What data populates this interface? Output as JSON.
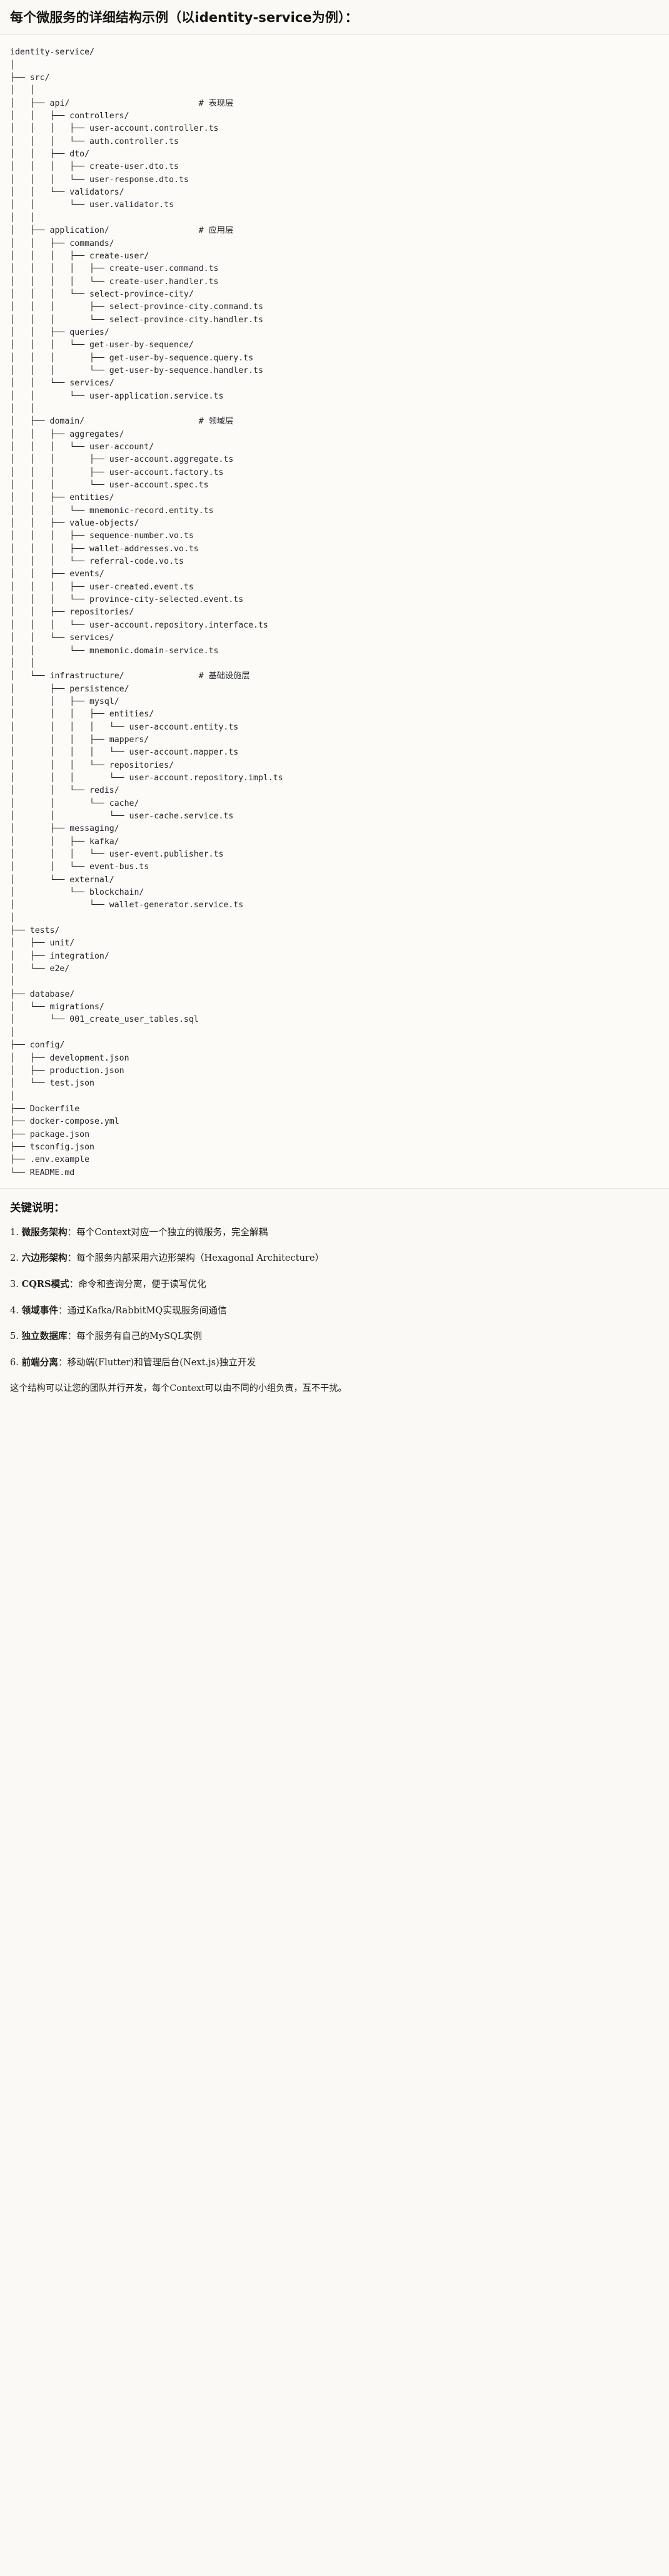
{
  "header": {
    "title": "每个微服务的详细结构示例（以identity-service为例）："
  },
  "tree": {
    "root": "identity-service/",
    "text": "identity-service/\n│\n├── src/\n│   │\n│   ├── api/                          # 表现层\n│   │   ├── controllers/\n│   │   │   ├── user-account.controller.ts\n│   │   │   └── auth.controller.ts\n│   │   ├── dto/\n│   │   │   ├── create-user.dto.ts\n│   │   │   └── user-response.dto.ts\n│   │   └── validators/\n│   │       └── user.validator.ts\n│   │\n│   ├── application/                  # 应用层\n│   │   ├── commands/\n│   │   │   ├── create-user/\n│   │   │   │   ├── create-user.command.ts\n│   │   │   │   └── create-user.handler.ts\n│   │   │   └── select-province-city/\n│   │   │       ├── select-province-city.command.ts\n│   │   │       └── select-province-city.handler.ts\n│   │   ├── queries/\n│   │   │   └── get-user-by-sequence/\n│   │   │       ├── get-user-by-sequence.query.ts\n│   │   │       └── get-user-by-sequence.handler.ts\n│   │   └── services/\n│   │       └── user-application.service.ts\n│   │\n│   ├── domain/                       # 领域层\n│   │   ├── aggregates/\n│   │   │   └── user-account/\n│   │   │       ├── user-account.aggregate.ts\n│   │   │       ├── user-account.factory.ts\n│   │   │       └── user-account.spec.ts\n│   │   ├── entities/\n│   │   │   └── mnemonic-record.entity.ts\n│   │   ├── value-objects/\n│   │   │   ├── sequence-number.vo.ts\n│   │   │   ├── wallet-addresses.vo.ts\n│   │   │   └── referral-code.vo.ts\n│   │   ├── events/\n│   │   │   ├── user-created.event.ts\n│   │   │   └── province-city-selected.event.ts\n│   │   ├── repositories/\n│   │   │   └── user-account.repository.interface.ts\n│   │   └── services/\n│   │       └── mnemonic.domain-service.ts\n│   │\n│   └── infrastructure/               # 基础设施层\n│       ├── persistence/\n│       │   ├── mysql/\n│       │   │   ├── entities/\n│       │   │   │   └── user-account.entity.ts\n│       │   │   ├── mappers/\n│       │   │   │   └── user-account.mapper.ts\n│       │   │   └── repositories/\n│       │   │       └── user-account.repository.impl.ts\n│       │   └── redis/\n│       │       └── cache/\n│       │           └── user-cache.service.ts\n│       ├── messaging/\n│       │   ├── kafka/\n│       │   │   └── user-event.publisher.ts\n│       │   └── event-bus.ts\n│       └── external/\n│           └── blockchain/\n│               └── wallet-generator.service.ts\n│\n├── tests/\n│   ├── unit/\n│   ├── integration/\n│   └── e2e/\n│\n├── database/\n│   └── migrations/\n│       └── 001_create_user_tables.sql\n│\n├── config/\n│   ├── development.json\n│   ├── production.json\n│   └── test.json\n│\n├── Dockerfile\n├── docker-compose.yml\n├── package.json\n├── tsconfig.json\n├── .env.example\n└── README.md",
    "layer_comments": [
      {
        "path": "api/",
        "comment": "# 表现层"
      },
      {
        "path": "application/",
        "comment": "# 应用层"
      },
      {
        "path": "domain/",
        "comment": "# 领域层"
      },
      {
        "path": "infrastructure/",
        "comment": "# 基础设施层"
      }
    ]
  },
  "keypoints": {
    "heading": "关键说明：",
    "items": [
      {
        "num": "1.",
        "term": "微服务架构",
        "sep": "：",
        "desc": "每个Context对应一个独立的微服务，完全解耦"
      },
      {
        "num": "2.",
        "term": "六边形架构",
        "sep": "：",
        "desc": "每个服务内部采用六边形架构（Hexagonal Architecture）"
      },
      {
        "num": "3.",
        "term": "CQRS模式",
        "sep": "：",
        "desc": "命令和查询分离，便于读写优化"
      },
      {
        "num": "4.",
        "term": "领域事件",
        "sep": "：",
        "desc": "通过Kafka/RabbitMQ实现服务间通信"
      },
      {
        "num": "5.",
        "term": "独立数据库",
        "sep": "：",
        "desc": "每个服务有自己的MySQL实例"
      },
      {
        "num": "6.",
        "term": "前端分离",
        "sep": "：",
        "desc": "移动端(Flutter)和管理后台(Next.js)独立开发"
      }
    ],
    "footer": "这个结构可以让您的团队并行开发，每个Context可以由不同的小组负责，互不干扰。"
  },
  "colors": {
    "page_bg": "#faf9f5",
    "code_bg": "#fcfbf8",
    "border": "#e6e4dc",
    "text": "#141413",
    "code_text": "#25262b"
  }
}
